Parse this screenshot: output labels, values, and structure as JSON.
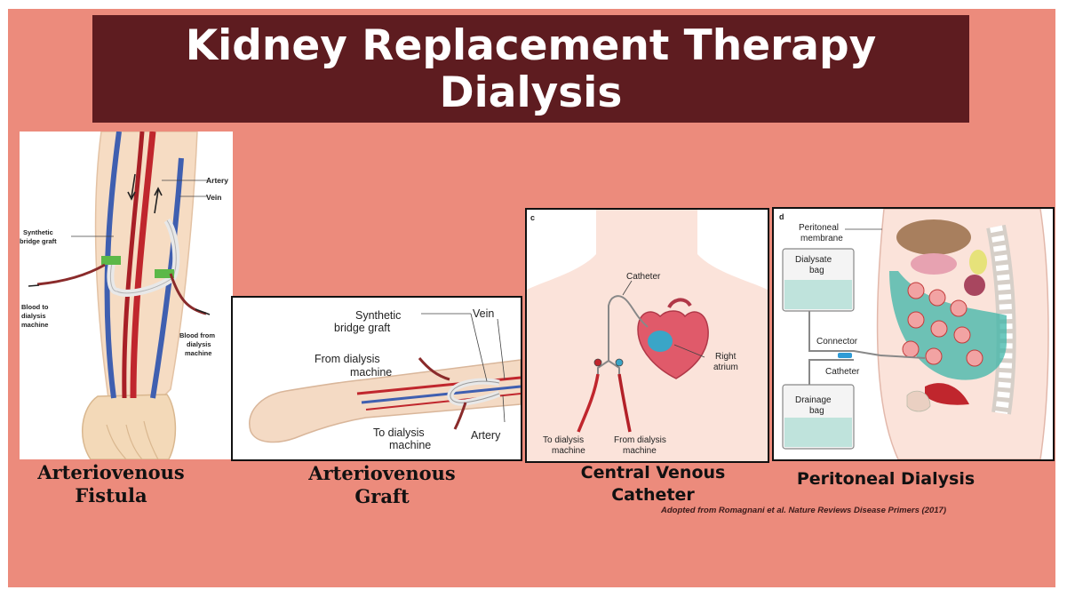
{
  "title": {
    "line1": "Kidney Replacement Therapy",
    "line2": "Dialysis"
  },
  "panels": {
    "fistula": {
      "caption_line1": "Arteriovenous",
      "caption_line2": "Fistula",
      "labels": {
        "artery": "Artery",
        "vein": "Vein",
        "graft1": "Synthetic",
        "graft2": "bridge graft",
        "to1": "Blood to",
        "to2": "dialysis",
        "to3": "machine",
        "from1": "Blood from",
        "from2": "dialysis",
        "from3": "machine"
      }
    },
    "graft": {
      "caption_line1": "Arteriovenous",
      "caption_line2": "Graft",
      "labels": {
        "graft1": "Synthetic",
        "graft2": "bridge graft",
        "vein": "Vein",
        "from1": "From dialysis",
        "from2": "machine",
        "to1": "To dialysis",
        "to2": "machine",
        "artery": "Artery"
      }
    },
    "catheter": {
      "caption_line1": "Central Venous",
      "caption_line2": "Catheter",
      "letter": "c",
      "labels": {
        "catheter": "Catheter",
        "right1": "Right",
        "right2": "atrium",
        "to1": "To dialysis",
        "to2": "machine",
        "from1": "From dialysis",
        "from2": "machine"
      }
    },
    "peritoneal": {
      "caption": "Peritoneal Dialysis",
      "letter": "d",
      "labels": {
        "membrane1": "Peritoneal",
        "membrane2": "membrane",
        "dialysate1": "Dialysate",
        "dialysate2": "bag",
        "connector": "Connector",
        "catheter": "Catheter",
        "drainage1": "Drainage",
        "drainage2": "bag"
      }
    }
  },
  "citation": "Adopted from Romagnani et al. Nature Reviews Disease Primers (2017)",
  "colors": {
    "background": "#ec8b7c",
    "title_bar": "#5e1c20",
    "artery": "#c0262d",
    "vein": "#3f5fb0",
    "graft_clip": "#5cb848"
  }
}
